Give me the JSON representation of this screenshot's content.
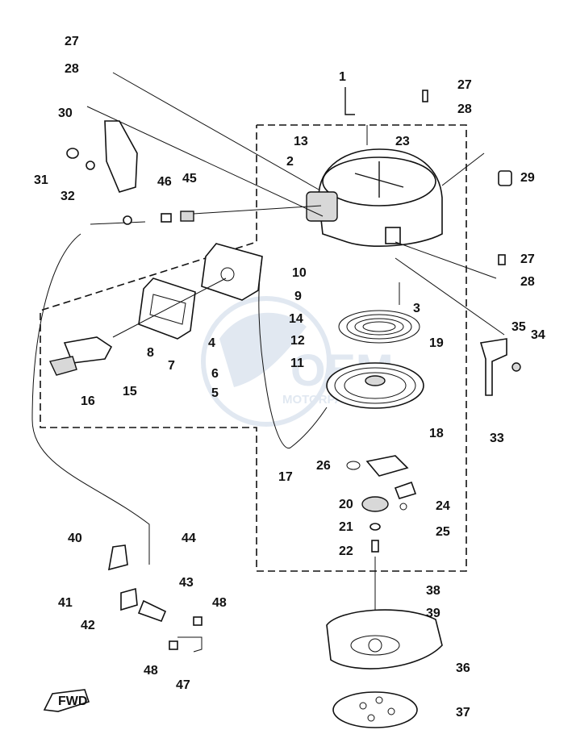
{
  "watermark": {
    "logo_text": "OEM",
    "sub_text": "MOTORPARTS"
  },
  "fwd_label": "FWD",
  "callouts": [
    "1",
    "2",
    "3",
    "4",
    "5",
    "6",
    "7",
    "8",
    "9",
    "10",
    "11",
    "12",
    "13",
    "14",
    "15",
    "16",
    "17",
    "18",
    "19",
    "20",
    "21",
    "22",
    "23",
    "24",
    "25",
    "26",
    "27",
    "28",
    "29",
    "30",
    "31",
    "32",
    "33",
    "34",
    "35",
    "36",
    "37",
    "38",
    "39",
    "40",
    "41",
    "42",
    "43",
    "44",
    "45",
    "46",
    "47",
    "48"
  ]
}
